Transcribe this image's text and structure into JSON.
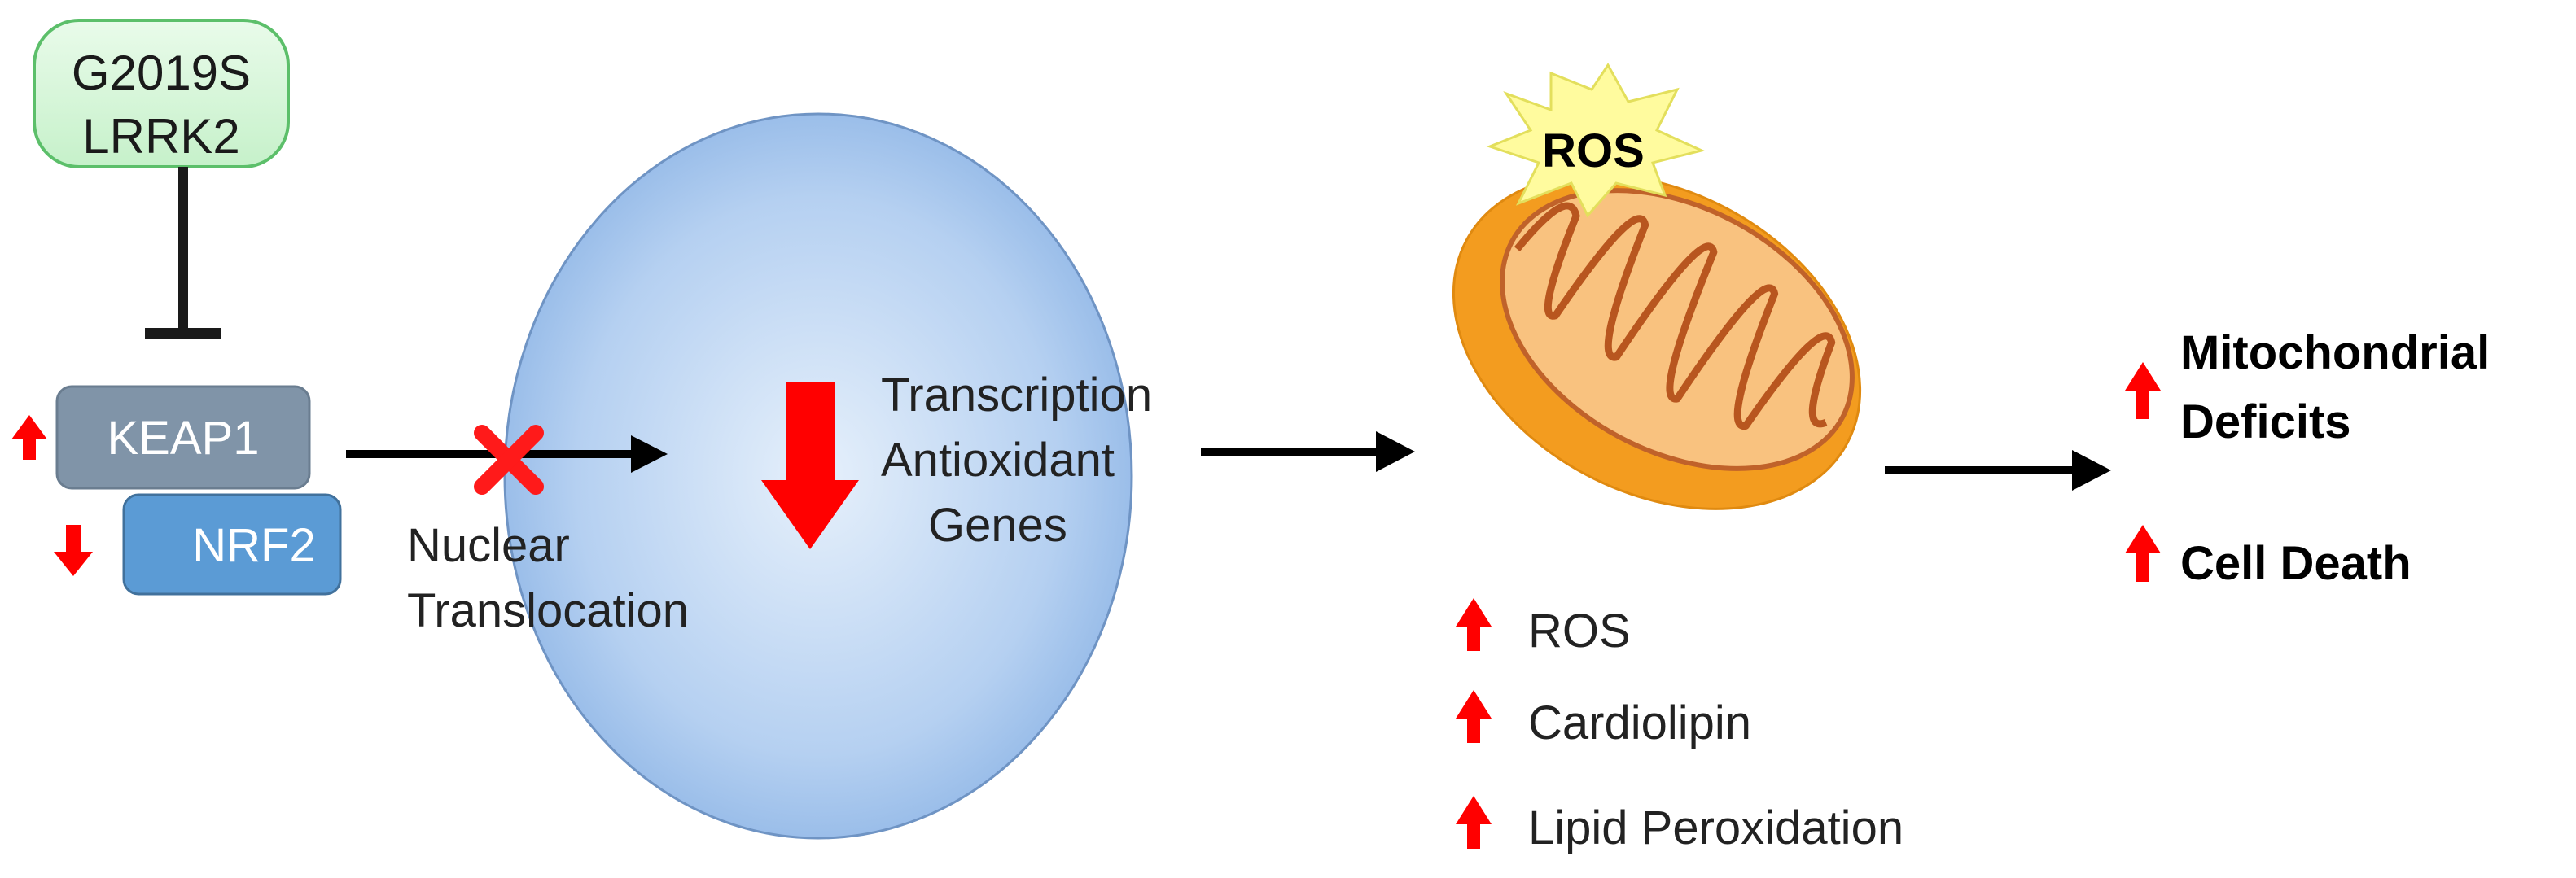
{
  "diagram": {
    "gene_line1": "G2019S",
    "gene_line2": "LRRK2",
    "keap1": "KEAP1",
    "nrf2": "NRF2",
    "nuclear_translocation_line1": "Nuclear",
    "nuclear_translocation_line2": "Translocation",
    "transcription_line1": "Transcription",
    "transcription_line2": "Antioxidant",
    "transcription_line3": "Genes",
    "ros_burst": "ROS",
    "mito_effects": [
      "ROS",
      "Cardiolipin",
      "Lipid Peroxidation"
    ],
    "outcomes": {
      "mito_line1": "Mitochondrial",
      "mito_line2": "Deficits",
      "cell_death": "Cell Death"
    }
  },
  "colors": {
    "gene_box_fill": "#d3f5d6",
    "gene_box_stroke": "#5cbf6a",
    "keap1_fill": "#8094a8",
    "nrf2_fill": "#5b9bd5",
    "nucleus_fill": "#a9c8ef",
    "mito_outer": "#f4a024",
    "mito_inner": "#f9c07d",
    "ros_burst_fill": "#fffb9e",
    "arrow_up_down": "#ff0000",
    "arrow_black": "#000000"
  },
  "icons": [
    "inhibition-bar",
    "up-arrow-icon",
    "down-arrow-icon",
    "block-x-icon",
    "ros-burst-icon",
    "mitochondrion-icon",
    "nucleus-icon"
  ]
}
